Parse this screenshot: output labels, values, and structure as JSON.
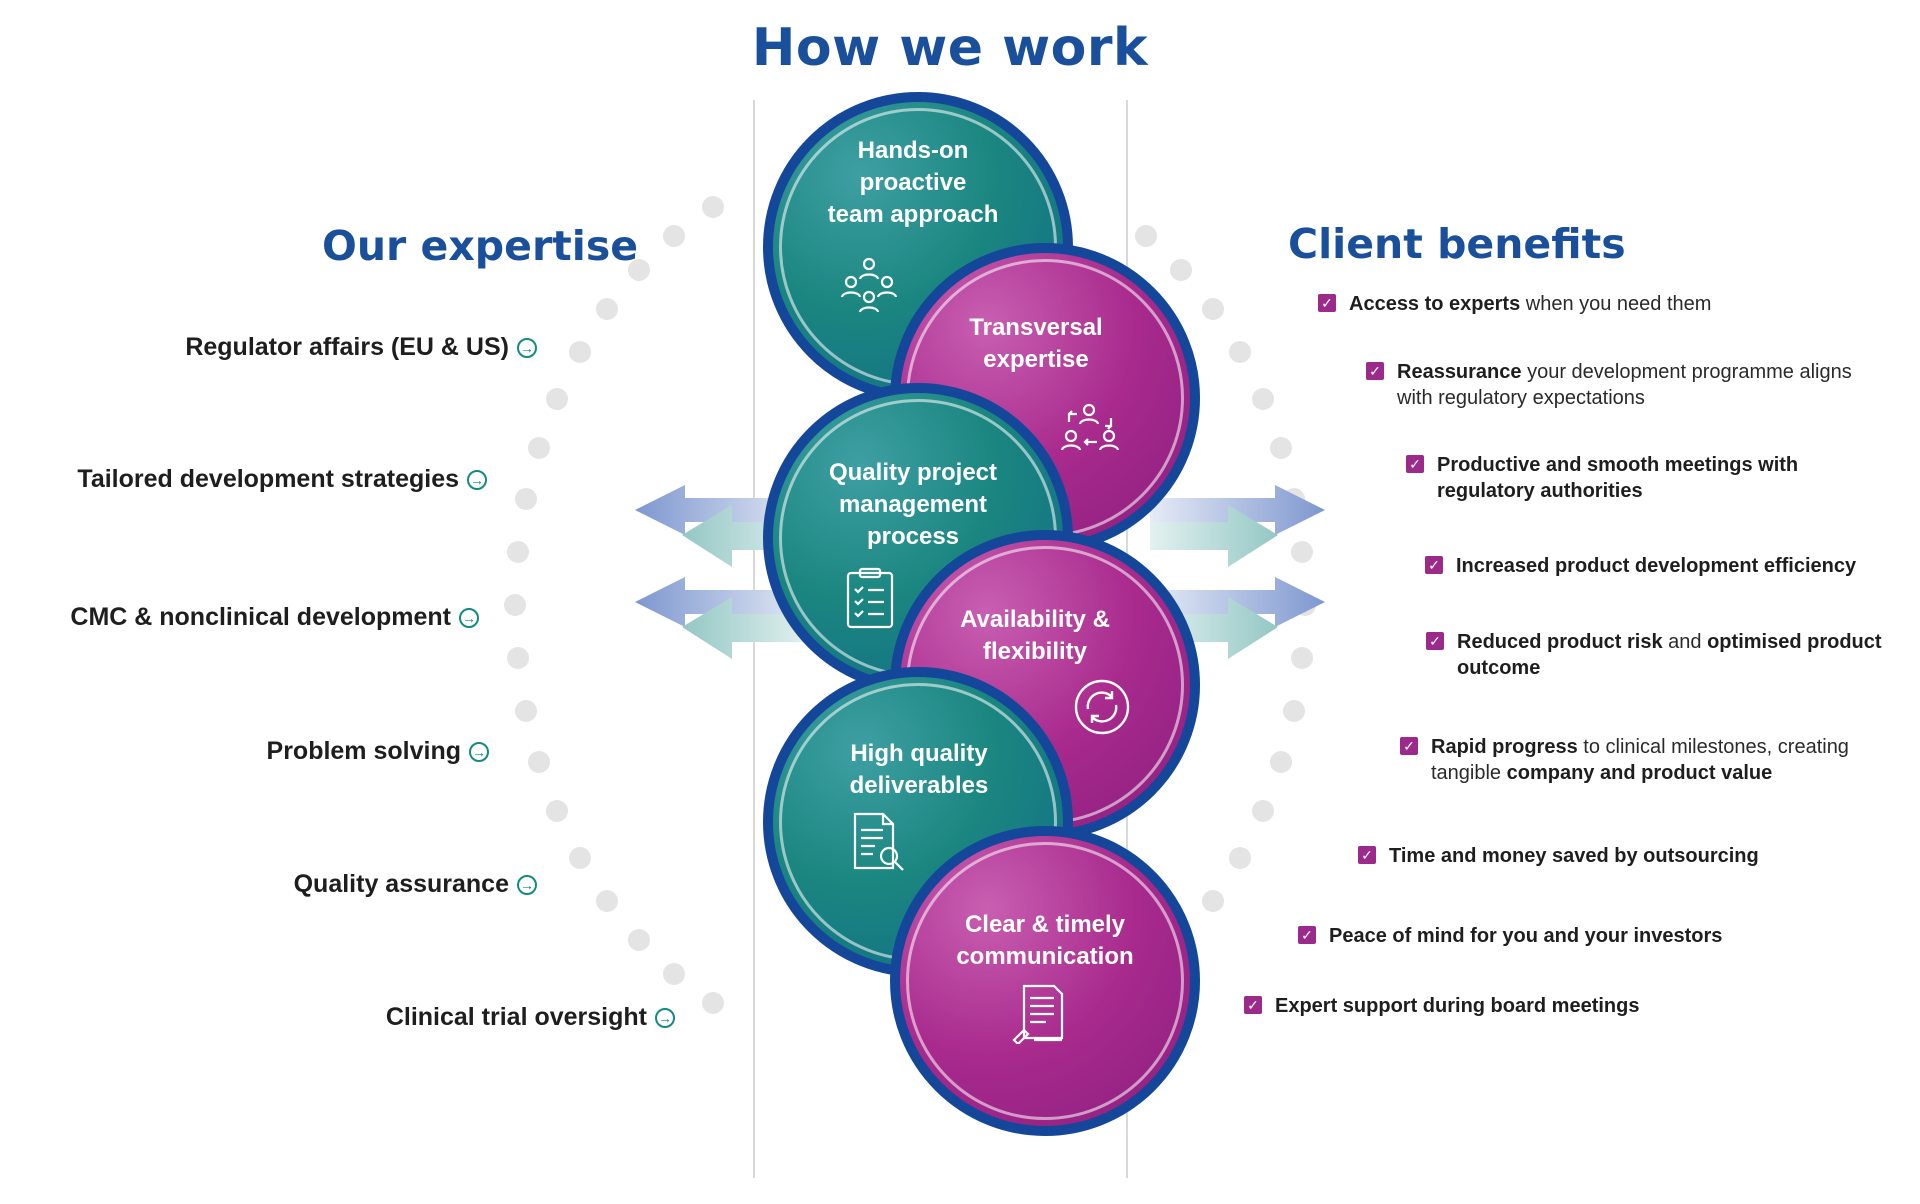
{
  "title": "How we work",
  "expertise": {
    "heading": "Our expertise",
    "items": [
      "Regulator affairs (EU & US)",
      "Tailored development strategies",
      "CMC & nonclinical development",
      "Problem solving",
      "Quality assurance",
      "Clinical trial oversight"
    ]
  },
  "circles": [
    {
      "label": "Hands-on\nproactive\nteam approach",
      "icon": "team-icon",
      "color": "teal"
    },
    {
      "label": "Transversal\nexpertise",
      "icon": "exchange-people-icon",
      "color": "magenta"
    },
    {
      "label": "Quality project\nmanagement\nprocess",
      "icon": "clipboard-checklist-icon",
      "color": "teal"
    },
    {
      "label": "Availability &\nflexibility",
      "icon": "refresh-icon",
      "color": "magenta"
    },
    {
      "label": "High quality\ndeliverables",
      "icon": "document-search-icon",
      "color": "teal"
    },
    {
      "label": "Clear & timely\ncommunication",
      "icon": "document-pen-icon",
      "color": "magenta"
    }
  ],
  "benefits": {
    "heading": "Client benefits",
    "items": [
      {
        "bold": "Access to experts",
        "rest": " when you need them"
      },
      {
        "bold": "Reassurance",
        "rest": " your development programme aligns with regulatory expectations"
      },
      {
        "bold": "Productive and smooth meetings with regulatory authorities",
        "rest": ""
      },
      {
        "bold": "Increased product development efficiency",
        "rest": ""
      },
      {
        "bold": "Reduced product risk",
        "rest": " and ",
        "bold2": "optimised product outcome"
      },
      {
        "bold": "Rapid progress",
        "rest": " to clinical milestones, creating tangible ",
        "bold2": "company and product value"
      },
      {
        "bold": "Time and money saved by outsourcing",
        "rest": ""
      },
      {
        "bold": "Peace of mind for you and your investors",
        "rest": ""
      },
      {
        "bold": "Expert support during board meetings",
        "rest": ""
      }
    ]
  },
  "colors": {
    "navy": "#14479a",
    "title_blue": "#1a4f9c",
    "teal": "#1b8680",
    "magenta": "#a82a8d",
    "check": "#9b2a8a"
  }
}
